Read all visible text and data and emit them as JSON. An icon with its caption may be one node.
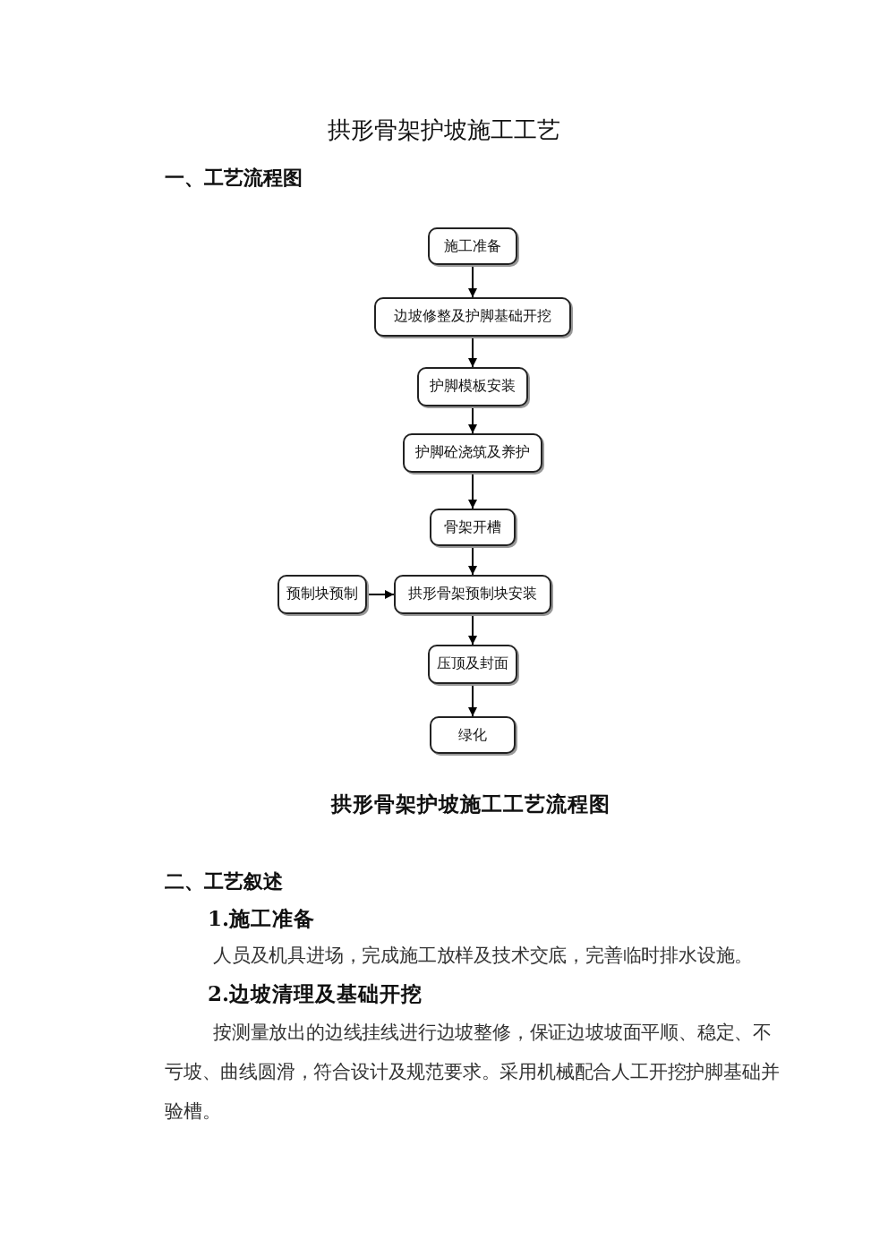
{
  "diagram": {
    "title": "拱形骨架护坡施工工艺",
    "caption": "拱形骨架护坡施工工艺流程图",
    "nodes": [
      {
        "text": [
          "施工准备"
        ]
      },
      {
        "text": [
          "边坡修整及护脚基础开挖"
        ]
      },
      {
        "text": [
          "护脚模板安装"
        ]
      },
      {
        "text": [
          "护脚砼浇筑及养护"
        ]
      },
      {
        "text": [
          "骨架开槽"
        ]
      },
      {
        "text": [
          "预制块预制"
        ]
      },
      {
        "text": [
          "拱形骨架预制块安装"
        ]
      },
      {
        "text": [
          "压顶及封面"
        ]
      },
      {
        "text": [
          "绿化"
        ]
      }
    ],
    "edges": [
      {
        "from": 0,
        "to": 1,
        "arrow": "to"
      },
      {
        "from": 1,
        "to": 2,
        "arrow": "to"
      },
      {
        "from": 2,
        "to": 3,
        "arrow": "to"
      },
      {
        "from": 3,
        "to": 4,
        "arrow": "to"
      },
      {
        "from": 4,
        "to": 6,
        "arrow": "to"
      },
      {
        "from": 5,
        "to": 6,
        "arrow": "to"
      },
      {
        "from": 6,
        "to": 7,
        "arrow": "to"
      },
      {
        "from": 7,
        "to": 8,
        "arrow": "to"
      }
    ],
    "labels": [
      "一、工艺流程图",
      "二、工艺叙述",
      "1.施工准备",
      "人员及机具进场，完成施工放样及技术交底，完善临时排水设施。",
      "2.边坡清理及基础开挖",
      "按测量放出的边线挂线进行边坡整修，保证边坡坡面平顺、稳定、不亏坡、曲线圆滑，符合设计及规范要求。采用机械配合人工开挖护脚基础并验槽。"
    ]
  }
}
